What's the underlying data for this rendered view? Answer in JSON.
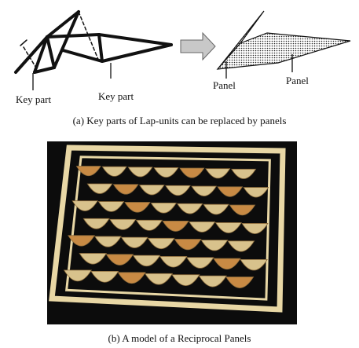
{
  "figure_a": {
    "labels": {
      "key_part_left": "Key part",
      "key_part_right": "Key part",
      "panel_left": "Panel",
      "panel_right": "Panel"
    },
    "caption": "(a) Key parts of Lap-units can be replaced by panels",
    "arrow_color": "#c8c8c8"
  },
  "figure_b": {
    "caption": "(b) A model of a Reciprocal Panels",
    "colors": {
      "background": "#0c0c0c",
      "frame": "#e8d7a5",
      "panel_light": "#d8c28c",
      "panel_dark": "#c88a44"
    }
  }
}
